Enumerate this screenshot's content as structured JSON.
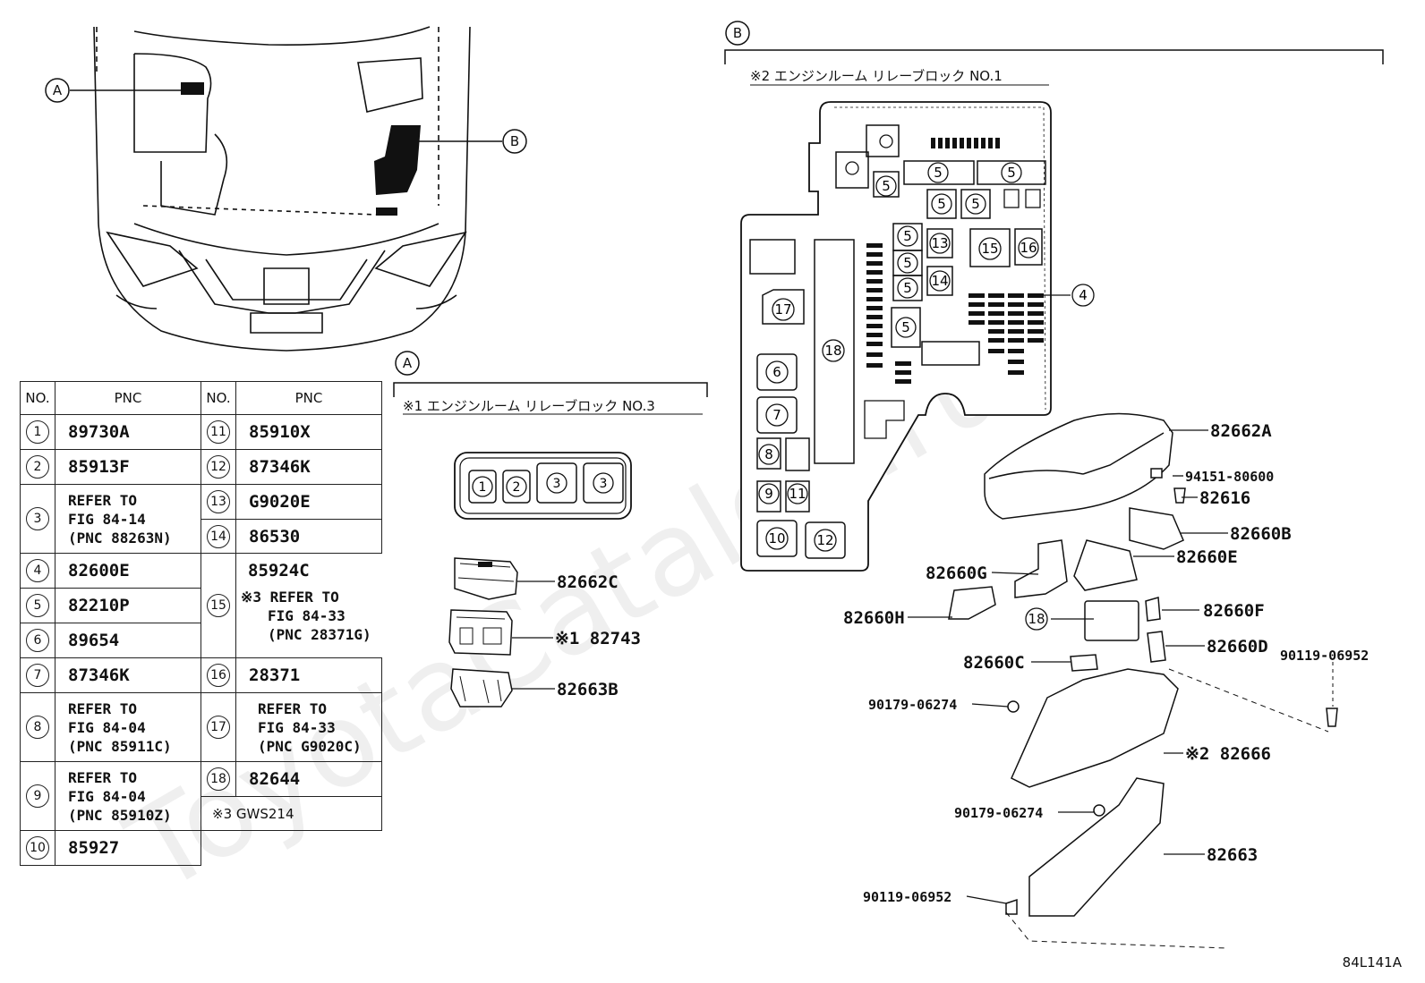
{
  "callouts": {
    "a": "A",
    "b": "B"
  },
  "table": {
    "headers": {
      "no": "NO.",
      "pnc": "PNC",
      "no2": "NO.",
      "pnc2": "PNC"
    },
    "left_rows": [
      {
        "no": "1",
        "pnc": "89730A"
      },
      {
        "no": "2",
        "pnc": "85913F"
      },
      {
        "no": "3",
        "ref": [
          "REFER TO",
          "FIG 84-14",
          "(PNC 88263N)"
        ]
      },
      {
        "no": "4",
        "pnc": "82600E"
      },
      {
        "no": "5",
        "pnc": "82210P"
      },
      {
        "no": "6",
        "pnc": "89654"
      },
      {
        "no": "7",
        "pnc": "87346K"
      },
      {
        "no": "8",
        "ref": [
          "REFER TO",
          "FIG 84-04",
          "(PNC 85911C)"
        ]
      },
      {
        "no": "9",
        "ref": [
          "REFER TO",
          "FIG 84-04",
          "(PNC 85910Z)"
        ]
      },
      {
        "no": "10",
        "pnc": "85927"
      }
    ],
    "right_rows": [
      {
        "no": "11",
        "pnc": "85910X"
      },
      {
        "no": "12",
        "pnc": "87346K"
      },
      {
        "no": "13",
        "pnc": "G9020E"
      },
      {
        "no": "14",
        "pnc": "86530"
      },
      {
        "no": "15",
        "pnc": "85924C",
        "ref": [
          "※3 REFER TO",
          "FIG 84-33",
          "(PNC 28371G)"
        ]
      },
      {
        "no": "16",
        "pnc": "28371"
      },
      {
        "no": "17",
        "ref": [
          "REFER TO",
          "FIG 84-33",
          "(PNC G9020C)"
        ]
      },
      {
        "no": "18",
        "pnc": "82644"
      }
    ],
    "note": "※3 GWS214"
  },
  "section_a": {
    "callout": "A",
    "title": "※1 エンジンルーム リレーブロック NO.3",
    "relay_numbers": [
      "1",
      "2",
      "3",
      "3"
    ],
    "parts": [
      "82662C",
      "※1 82743",
      "82663B"
    ]
  },
  "section_b": {
    "callout": "B",
    "title": "※2 エンジンルーム リレーブロック NO.1",
    "block_numbers": [
      "5",
      "5",
      "5",
      "5",
      "5",
      "5",
      "13",
      "15",
      "16",
      "5",
      "5",
      "14",
      "17",
      "5",
      "18",
      "6",
      "7",
      "8",
      "9",
      "11",
      "10",
      "12",
      "4"
    ],
    "parts": [
      "82662A",
      "94151-80600",
      "82616",
      "82660B",
      "82660E",
      "82660G",
      "82660H",
      "82660F",
      "82660D",
      "82660C",
      "90119-06952",
      "90179-06274",
      "※2 82666",
      "90179-06274",
      "82663",
      "90119-06952",
      "18"
    ]
  },
  "watermark": "ToyotaCatalog.ru",
  "figure_code": "84L141A"
}
